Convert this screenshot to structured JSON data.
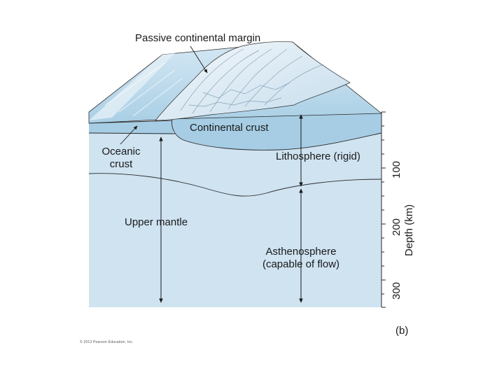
{
  "labels": {
    "passive_margin": "Passive continental margin",
    "continental_crust": "Continental crust",
    "oceanic_crust_line1": "Oceanic",
    "oceanic_crust_line2": "crust",
    "lithosphere": "Lithosphere (rigid)",
    "upper_mantle": "Upper mantle",
    "asthenosphere_line1": "Asthenosphere",
    "asthenosphere_line2": "(capable of flow)",
    "panel_letter": "(b)"
  },
  "depth_axis": {
    "title": "Depth (km)",
    "ticks": [
      "100",
      "200",
      "300"
    ]
  },
  "copyright": "© 2013 Pearson Education, Inc.",
  "colors": {
    "mantle": "#cfe3f1",
    "crust": "#aad1e6",
    "surface_ocean": "#bcdcee",
    "mountains": "#e4eff7",
    "outline": "#2b2b2b"
  }
}
